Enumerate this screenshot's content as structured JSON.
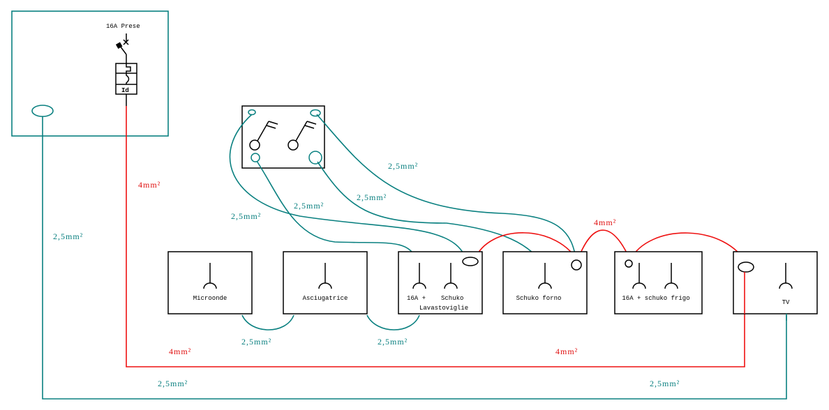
{
  "panel": {
    "breaker_label": "16A Prese",
    "rcd_label": "Id"
  },
  "sockets": [
    {
      "id": "microonde",
      "label": "Microonde"
    },
    {
      "id": "asciugatrice",
      "label": "Asciugatrice"
    },
    {
      "id": "lavastoviglie",
      "label_line1": "16A +",
      "label_line1b": "Schuko",
      "label_line2": "Lavastoviglie"
    },
    {
      "id": "forno",
      "label": "Schuko forno"
    },
    {
      "id": "frigo",
      "label": "16A + schuko frigo"
    },
    {
      "id": "tv",
      "label": "TV"
    }
  ],
  "wire_labels": {
    "red_main_vertical": "4mm²",
    "red_bottom_left": "4mm²",
    "red_bottom_right": "4mm²",
    "red_top_arc": "4mm²",
    "teal_left_vertical": "2,5mm²",
    "teal_bottom_left": "2,5mm²",
    "teal_bottom_right": "2,5mm²",
    "teal_switch_1": "2,5mm²",
    "teal_switch_2": "2,5mm²",
    "teal_switch_3": "2,5mm²",
    "teal_switch_4": "2,5mm²",
    "teal_link_1": "2,5mm²",
    "teal_link_2": "2,5mm²"
  },
  "colors": {
    "phase": "#ee1111",
    "neutral": "#0a8080",
    "outline": "#000000"
  }
}
